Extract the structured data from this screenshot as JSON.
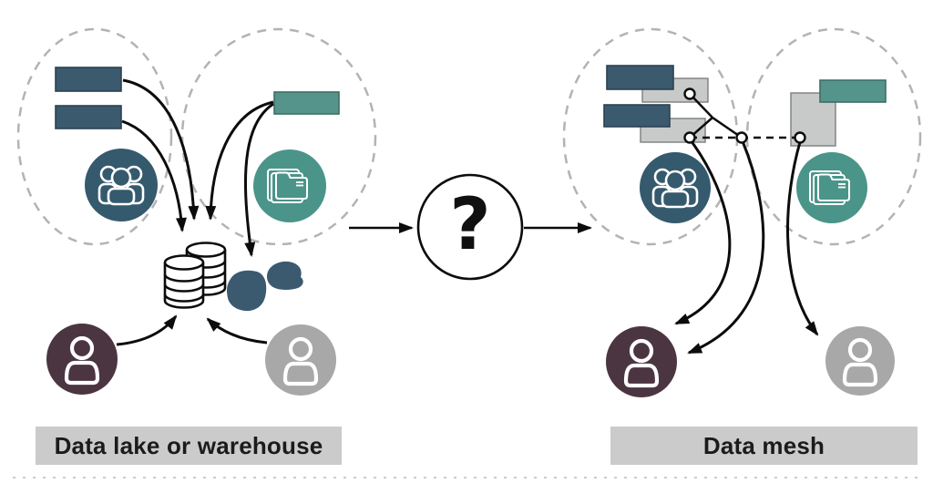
{
  "labels": {
    "left": "Data lake or warehouse",
    "right": "Data mesh"
  },
  "center": {
    "question_mark": "?"
  },
  "colors": {
    "background": "#ffffff",
    "dark_slate_blue": "#3c5a6e",
    "dark_slate_border": "#2b4252",
    "team_circle_blue": "#35596d",
    "teal_rect": "#55948a",
    "teal_border": "#3c6e64",
    "teal_circle": "#4b948a",
    "maroon_person": "#4b3541",
    "gray_person": "#a8a8a8",
    "gray_rect": "#c8caca",
    "gray_rect_border": "#7d7d7d",
    "label_bar": "#cbcbcb",
    "label_text": "#1b1b1b",
    "dashed_boundary": "#b3b3b3",
    "blob": "#3b5a70",
    "line": "#0c0c0c",
    "bottom_dots": "#cccccc"
  },
  "icons": {
    "people_group_icon": "team of people",
    "folder_stack_icon": "stack of file folders",
    "database_icon": "stacked database cylinders",
    "blob_icon": "unstructured data blobs",
    "person_icon": "single consumer person",
    "question_mark_icon": "question mark in circle",
    "port_icon": "connector node circle"
  }
}
